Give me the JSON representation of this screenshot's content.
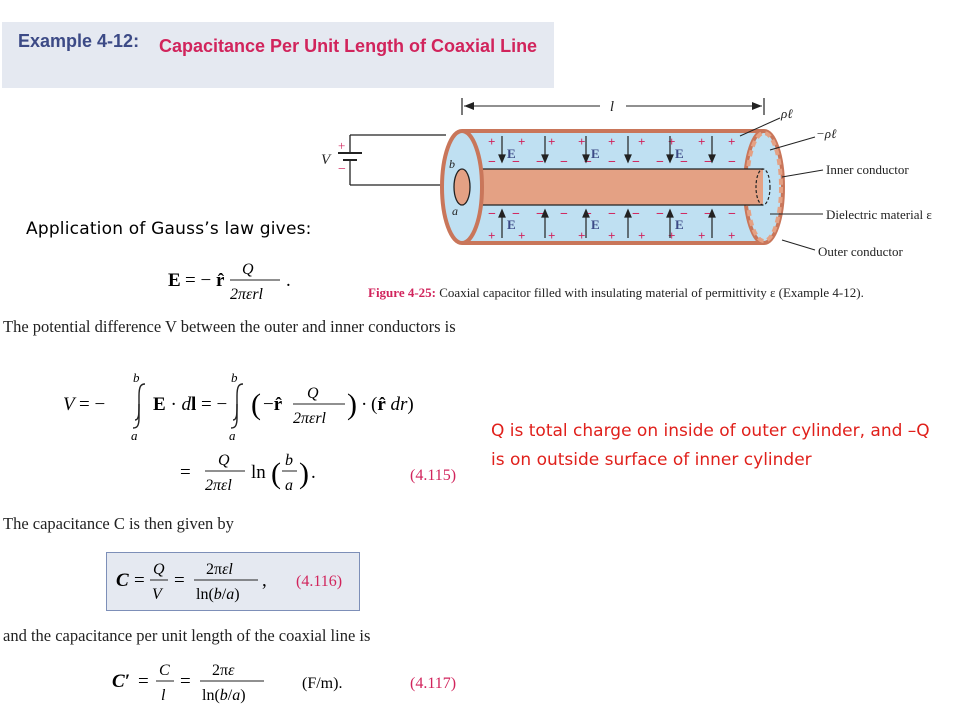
{
  "header": {
    "example_label": "Example 4-12:",
    "title": "Capacitance Per Unit Length of Coaxial Line"
  },
  "gauss_text": "Application of Gauss’s law gives:",
  "paragraphs": {
    "potential": "The potential difference V between the outer and inner conductors is",
    "capacitance": "The capacitance C is then given by",
    "per_length": "and the capacitance per unit length of the coaxial line is"
  },
  "equations": {
    "eq_115_tag": "(4.115)",
    "eq_116_tag": "(4.116)",
    "eq_117_tag": "(4.117)",
    "unit": "(F/m)."
  },
  "figure": {
    "caption_label": "Figure 4-25:",
    "caption_text": "Coaxial capacitor filled with insulating material of permittivity ε (Example 4-12).",
    "labels": {
      "length": "l",
      "rho_pos": "ρℓ",
      "rho_neg": "−ρℓ",
      "inner": "Inner conductor",
      "dielectric": "Dielectric material ε",
      "outer": "Outer conductor",
      "voltage": "V",
      "b": "b",
      "a": "a",
      "field": "E"
    }
  },
  "note": "Q is total charge on inside of outer cylinder, and –Q is on outside surface of inner cylinder",
  "colors": {
    "header_bg": "#e5e9f1",
    "title_red": "#d1245c",
    "label_blue": "#3c4a86",
    "note_red": "#e0201b",
    "dielectric": "#bfe0f2",
    "conductor": "#e4a184",
    "outer_stroke": "#c9765a",
    "box_bg": "#e5e9f1"
  }
}
